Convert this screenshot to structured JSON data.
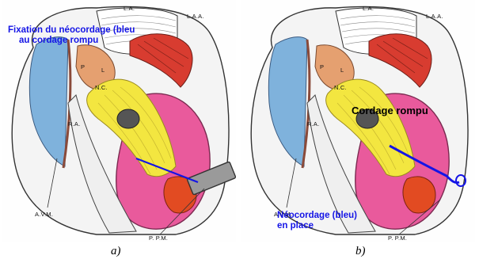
{
  "panels": [
    {
      "id": "a",
      "caption": "a)",
      "annotation_lines": [
        "Fixation du néocordage (bleu",
        "au cordage rompu"
      ],
      "labels": {
        "la": "L.A.",
        "laa": "L.A.A.",
        "p": "P",
        "l": "L",
        "nc": "N.C.",
        "ra": "R.A.",
        "avm": "A.V.M.",
        "ppm": "P. P.M."
      }
    },
    {
      "id": "b",
      "caption": "b)",
      "annotation_top": "Cordage rompu",
      "annotation_lines": [
        "Néocordage (bleu)",
        "en place"
      ],
      "labels": {
        "la": "L.A.",
        "laa": "L.A.A.",
        "p": "P",
        "l": "L",
        "nc": "N.C.",
        "ra": "R.A.",
        "avm": "A.V.M.",
        "ppm": "P. P.M."
      }
    }
  ],
  "colors": {
    "annotation_blue": "#1414e6",
    "ventricle_pink": "#e95a9c",
    "chordae_yellow": "#f3e640",
    "aorta_orange": "#e5a070",
    "atrium_blue": "#7fb2dc",
    "appendage_red": "#d83c30",
    "papillary_orange": "#e24b22",
    "instrument_gray": "#9a9a9a"
  }
}
